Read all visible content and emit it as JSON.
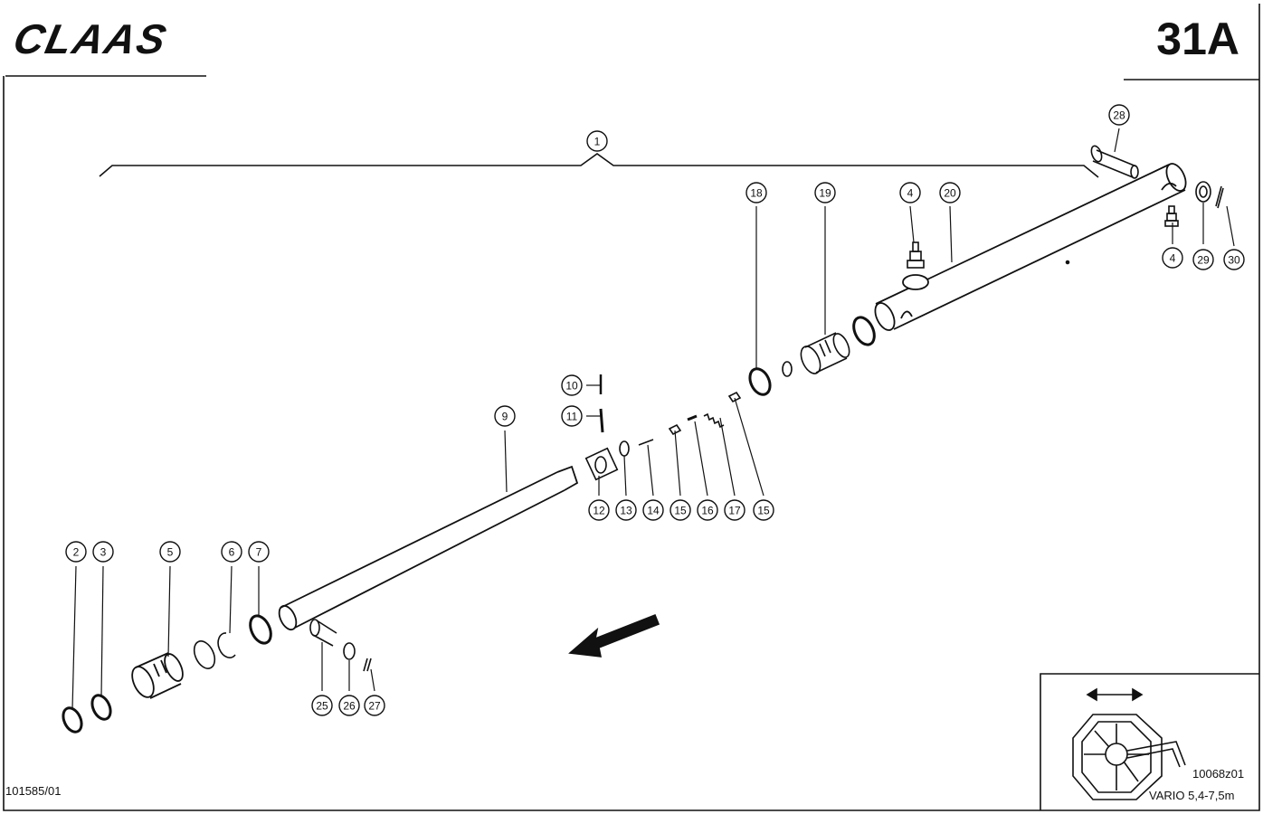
{
  "header": {
    "brand": "CLAAS",
    "page_number": "31A"
  },
  "drawing_number": "101585/01",
  "inset": {
    "figure_code": "10068z01",
    "model_label": "VARIO 5,4-7,5m"
  },
  "callouts": [
    "1",
    "2",
    "3",
    "4",
    "4",
    "5",
    "6",
    "7",
    "9",
    "10",
    "11",
    "12",
    "13",
    "14",
    "15",
    "15",
    "16",
    "17",
    "18",
    "19",
    "20",
    "25",
    "26",
    "27",
    "28",
    "29",
    "30"
  ],
  "colors": {
    "ink": "#111111",
    "paper": "#ffffff"
  },
  "icons": {
    "direction": "arrow-left-down-icon",
    "movement": "double-arrow-icon"
  }
}
